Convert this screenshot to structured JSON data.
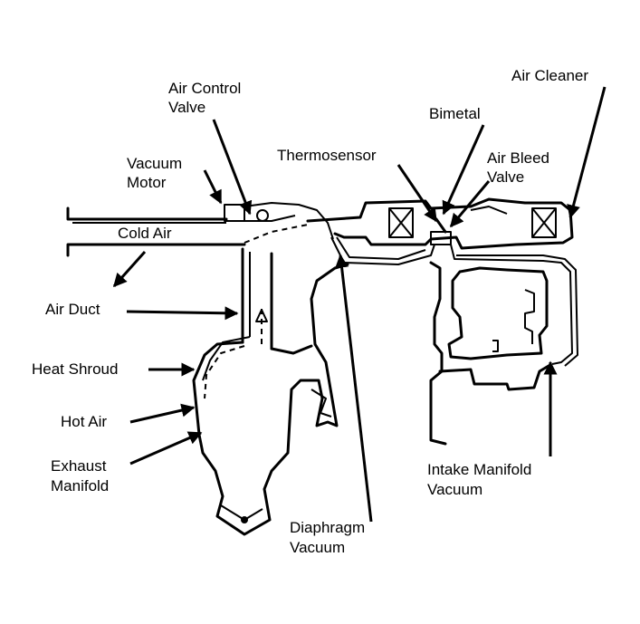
{
  "labels": {
    "air_control_valve": [
      "Air Control",
      "Valve"
    ],
    "air_cleaner": "Air Cleaner",
    "bimetal": "Bimetal",
    "thermosensor": "Thermosensor",
    "air_bleed_valve": [
      "Air Bleed",
      "Valve"
    ],
    "vacuum_motor": [
      "Vacuum",
      "Motor"
    ],
    "cold_air": "Cold Air",
    "air_duct": "Air Duct",
    "heat_shroud": "Heat Shroud",
    "hot_air": "Hot Air",
    "exhaust_manifold": [
      "Exhaust",
      "Manifold"
    ],
    "intake_manifold_vacuum": [
      "Intake Manifold",
      "Vacuum"
    ],
    "diaphragm_vacuum": [
      "Diaphragm",
      "Vacuum"
    ]
  }
}
